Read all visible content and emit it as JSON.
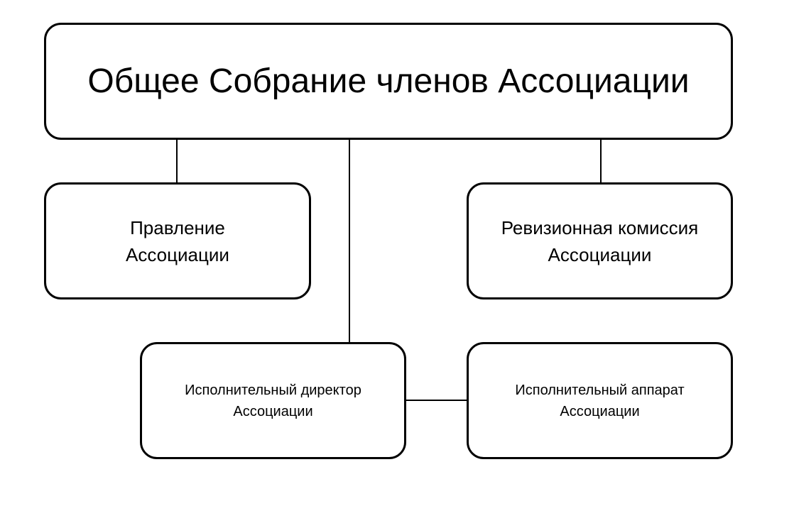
{
  "nodes": {
    "top": "Общее Собрание членов Ассоциации",
    "board": "Правление Ассоциации",
    "audit": "Ревизионная комиссия Ассоциации",
    "director": "Исполнительный директор Ассоциации",
    "staff": "Исполнительный аппарат Ассоциации"
  }
}
